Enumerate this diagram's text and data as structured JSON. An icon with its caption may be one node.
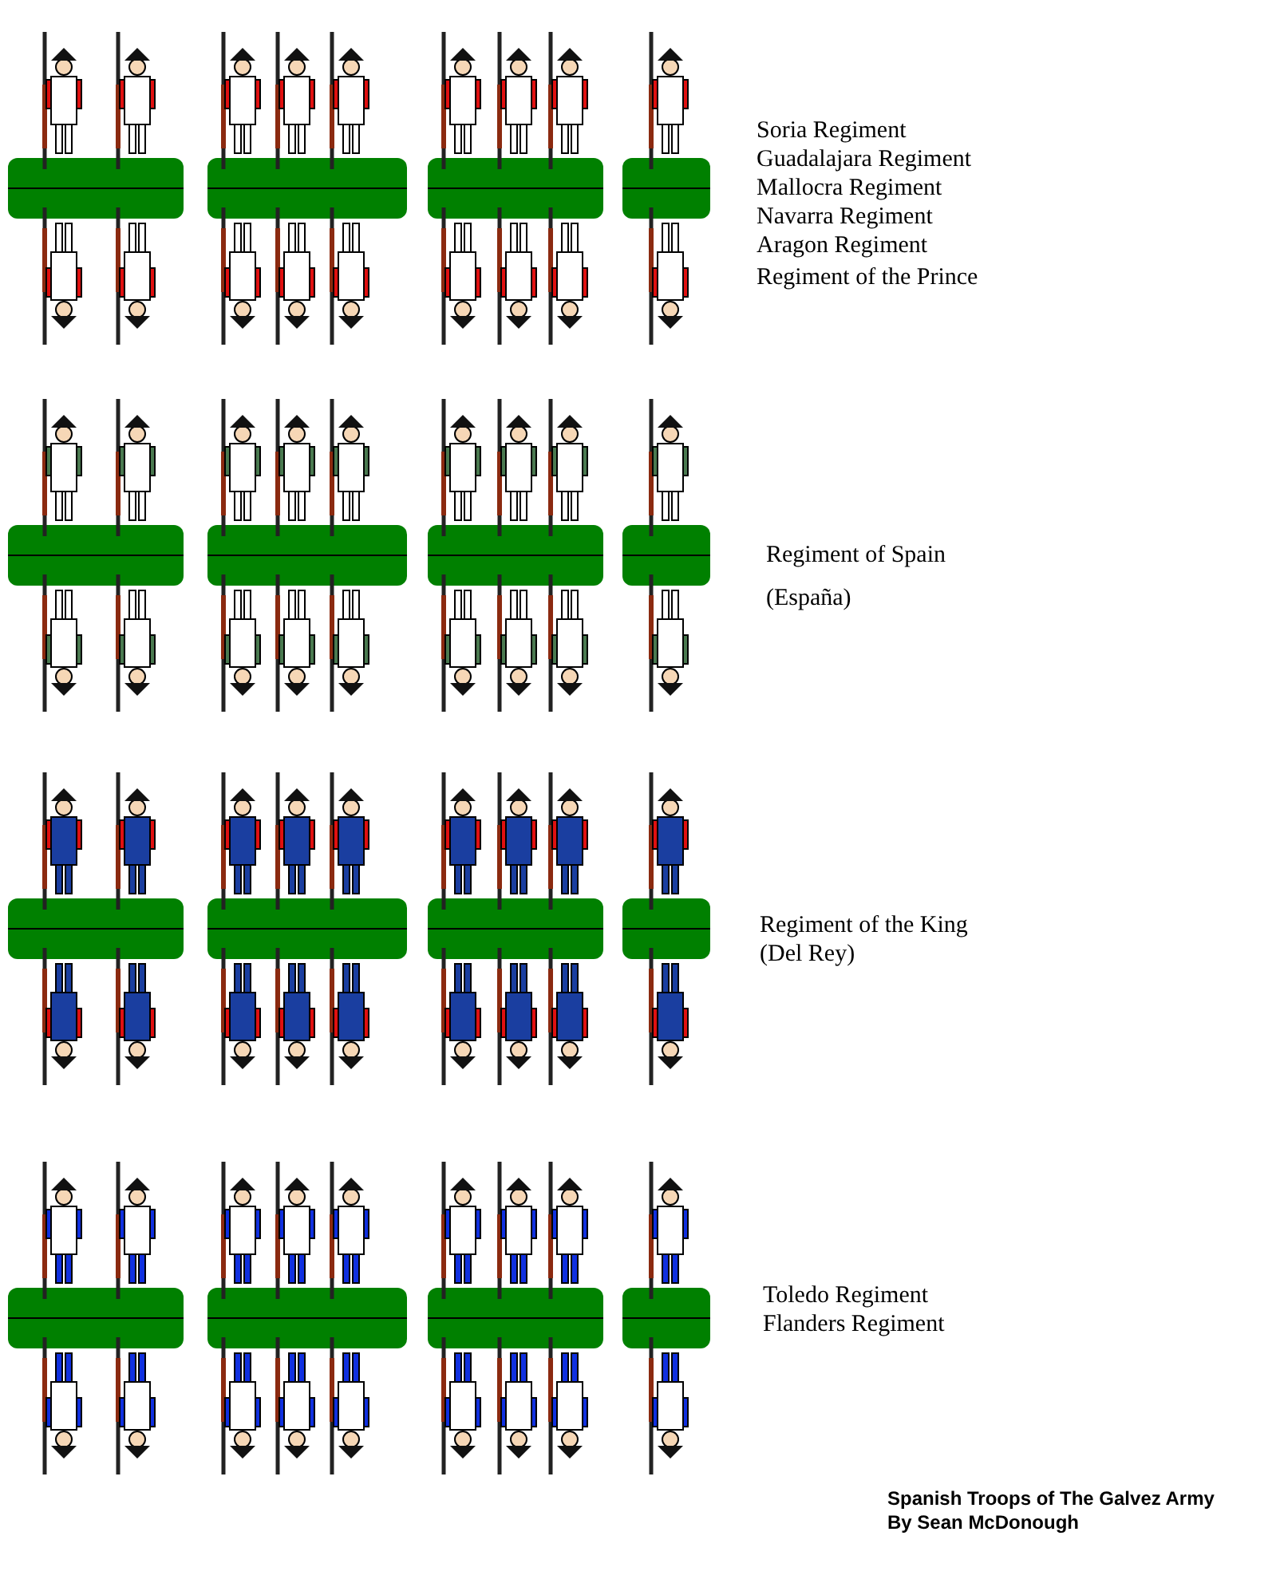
{
  "diagram": {
    "labels": [
      "Soria Regiment",
      "Guadalajara Regiment",
      "Mallocra Regiment",
      "Navarra Regiment",
      "Aragon Regiment",
      "Regiment of the Prince",
      "Regiment of Spain",
      "(España)",
      "Regiment of the King",
      "(Del Rey)",
      "Toledo Regiment",
      "Flanders Regiment",
      "Spanish Troops of The Galvez Army",
      "By Sean McDonough"
    ]
  }
}
